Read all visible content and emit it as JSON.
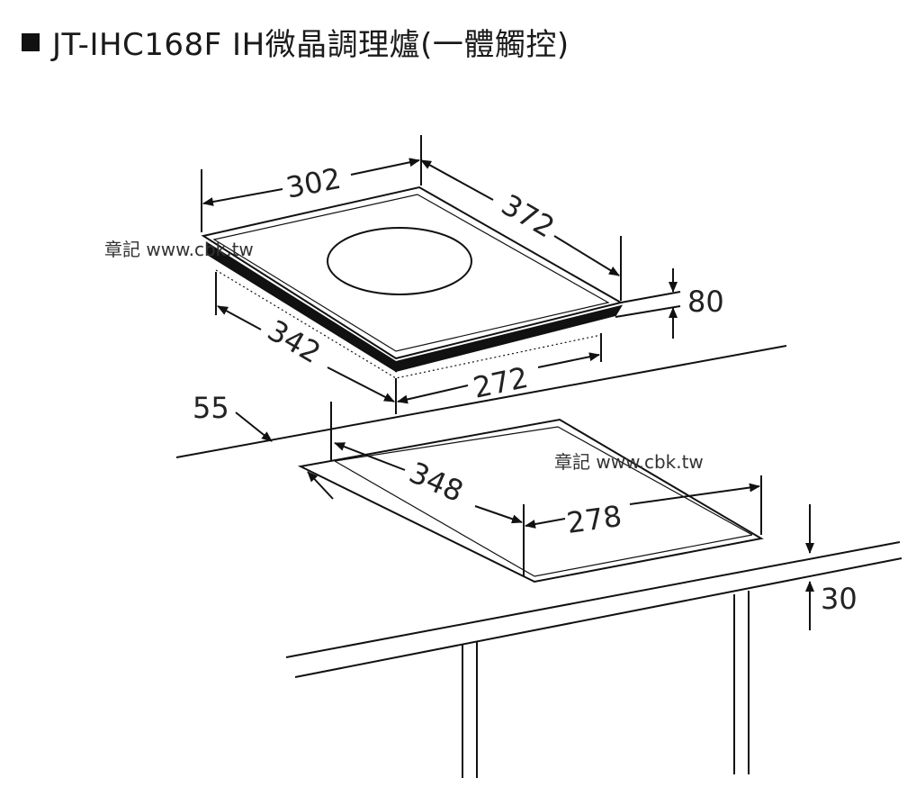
{
  "title": "JT-IHC168F IH微晶調理爐(一體觸控)",
  "watermark": "章記 www.cbk.tw",
  "dimensions": {
    "top_width": "302",
    "top_depth": "372",
    "height": "80",
    "body_depth": "342",
    "body_width": "272",
    "edge_distance": "55",
    "cutout_depth": "348",
    "cutout_width": "278",
    "counter_thickness": "30"
  }
}
